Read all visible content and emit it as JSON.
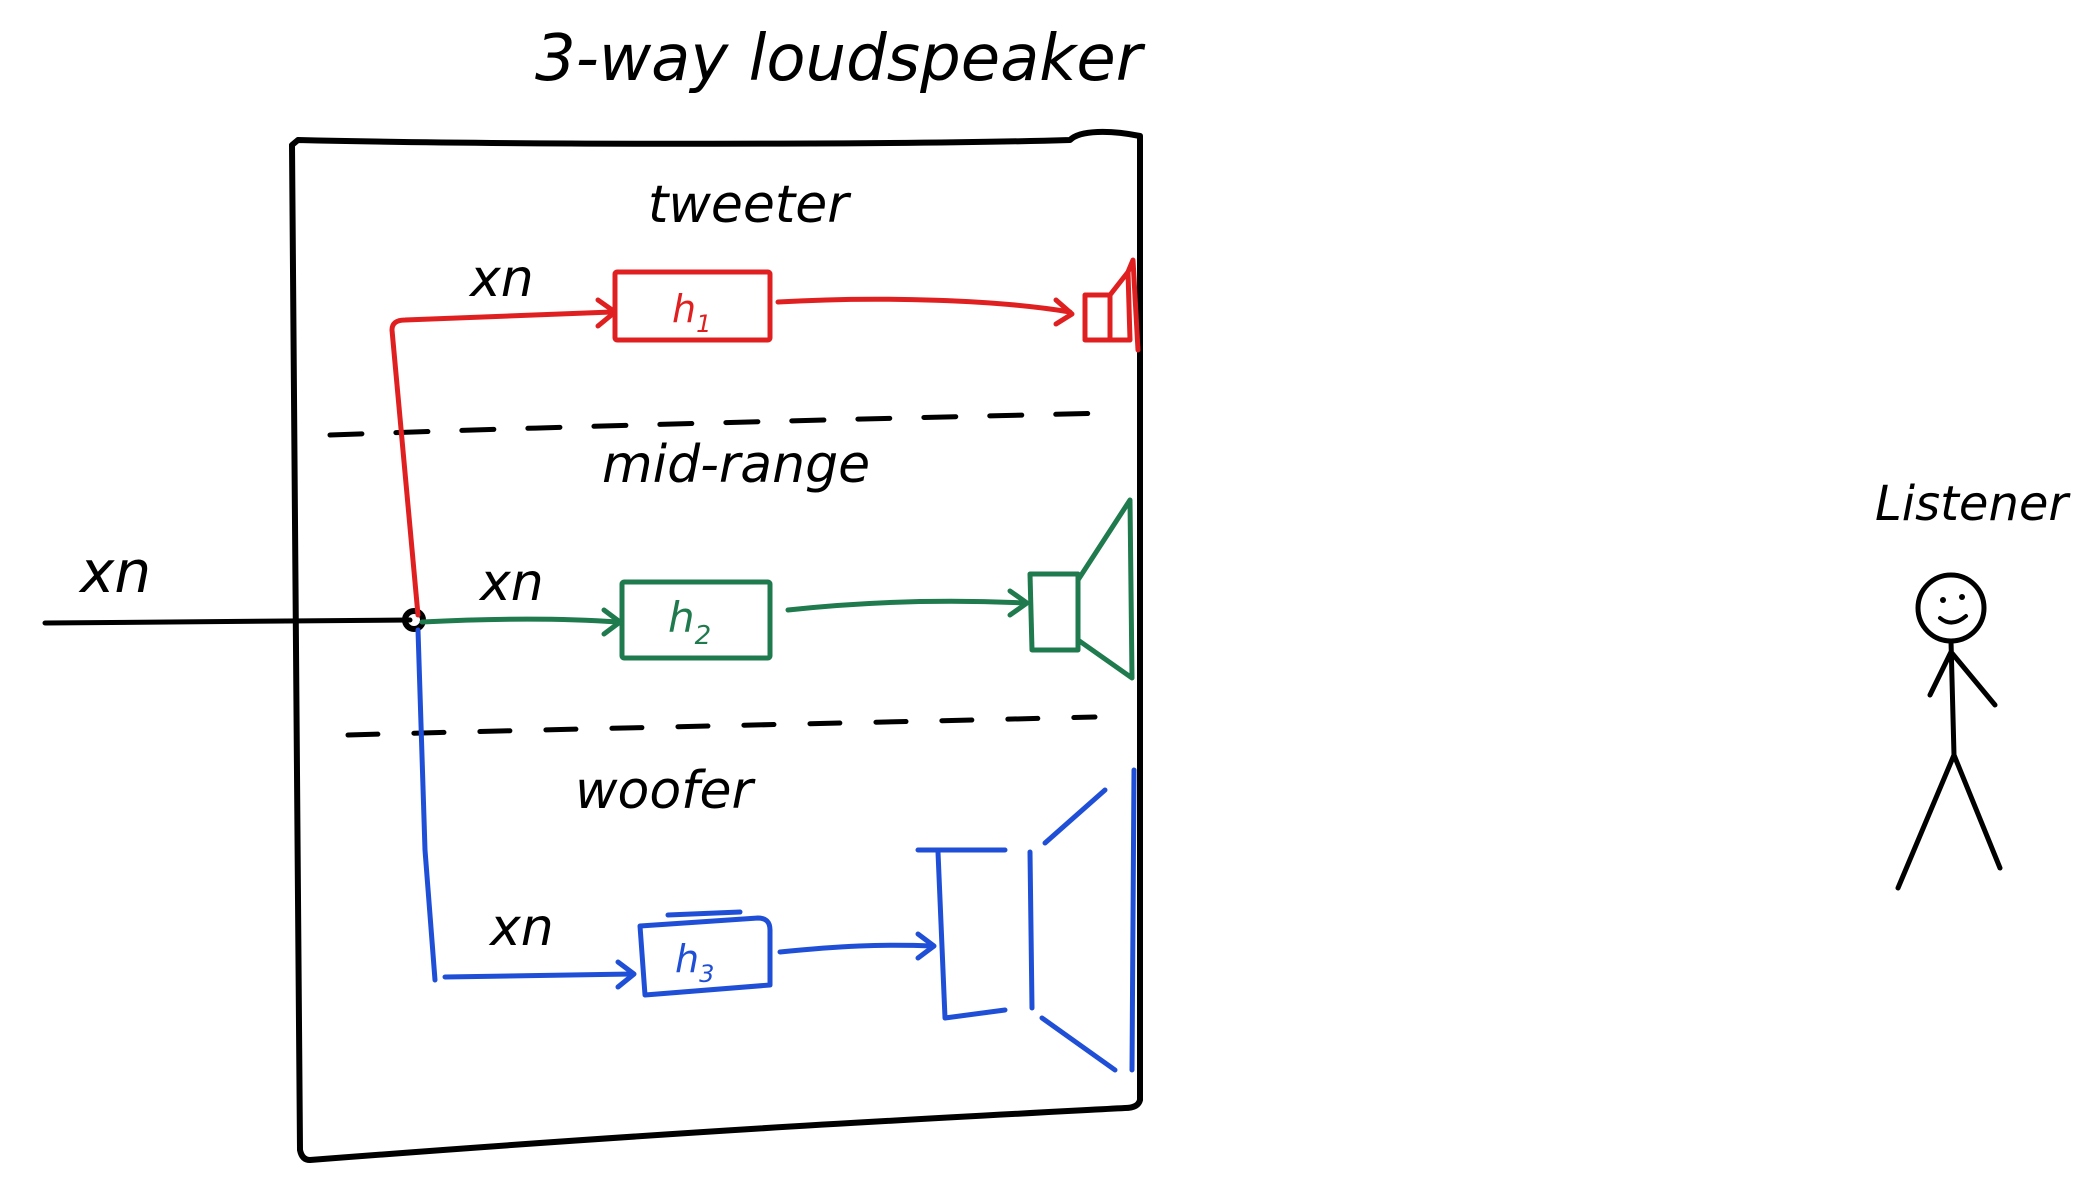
{
  "title": "3-way loudspeaker",
  "bands": {
    "tweeter": {
      "label": "tweeter",
      "filter_label": "h",
      "filter_subscript": "1",
      "input_label": "xn",
      "color": "#e02020"
    },
    "midrange": {
      "label": "mid-range",
      "filter_label": "h",
      "filter_subscript": "2",
      "input_label": "xn",
      "color": "#1f7a4d"
    },
    "woofer": {
      "label": "woofer",
      "filter_label": "h",
      "filter_subscript": "3",
      "input_label": "xn",
      "color": "#1f4fd6"
    }
  },
  "input": {
    "label": "xn"
  },
  "listener": {
    "label": "Listener"
  },
  "colors": {
    "ink": "#000000"
  }
}
